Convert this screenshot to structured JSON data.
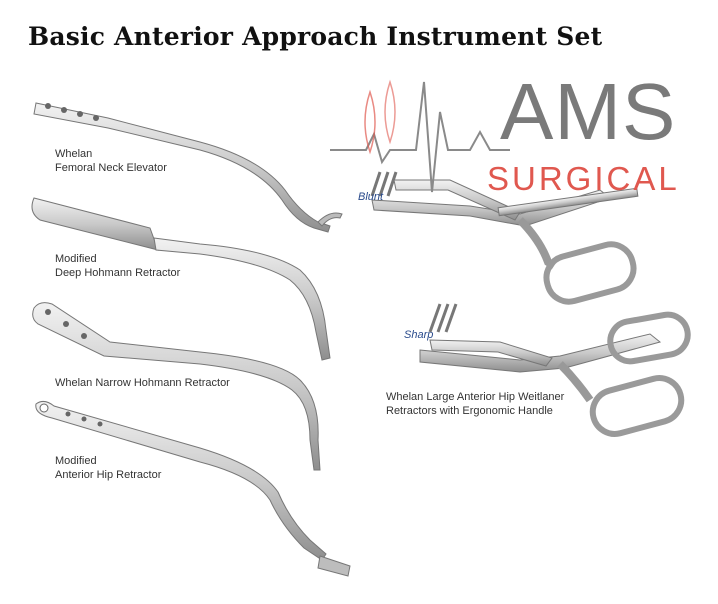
{
  "title": "Basic Anterior Approach Instrument Set",
  "logo": {
    "line1": "AMS",
    "line2": "SURGICAL",
    "colors": {
      "gray": "#7a7a7a",
      "red": "#e0584f"
    }
  },
  "instruments": [
    {
      "line1": "Whelan",
      "line2": "Femoral Neck Elevator"
    },
    {
      "line1": "Modified",
      "line2": "Deep Hohmann Retractor"
    },
    {
      "line1": "Whelan Narrow Hohmann Retractor"
    },
    {
      "line1": "Modified",
      "line2": "Anterior Hip Retractor"
    }
  ],
  "retractors": {
    "blunt_tag": "Blunt",
    "sharp_tag": "Sharp",
    "line1": "Whelan Large Anterior Hip Weitlaner",
    "line2": "Retractors with Ergonomic Handle"
  }
}
